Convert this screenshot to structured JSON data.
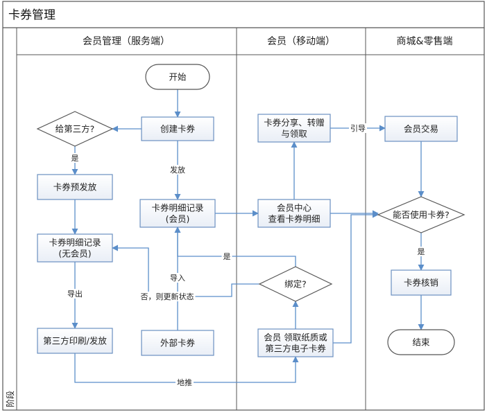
{
  "title": "卡券管理",
  "side_label": "阶段",
  "lanes": [
    {
      "id": "lane-1",
      "label": "会员管理（服务端）"
    },
    {
      "id": "lane-2",
      "label": "会员（移动端）"
    },
    {
      "id": "lane-3",
      "label": "商城&零售端"
    }
  ],
  "nodes": {
    "start": {
      "lines": [
        "开始"
      ]
    },
    "create": {
      "lines": [
        "创建卡券"
      ]
    },
    "third_party": {
      "lines": [
        "给第三方?"
      ]
    },
    "pre_issue": {
      "lines": [
        "卡券预发放"
      ]
    },
    "detail_member": {
      "lines": [
        "卡券明细记录",
        "(会员)"
      ]
    },
    "detail_nonmember": {
      "lines": [
        "卡券明细记录",
        "(无会员)"
      ]
    },
    "print_issue": {
      "lines": [
        "第三方印刷/发放"
      ]
    },
    "external": {
      "lines": [
        "外部卡券"
      ]
    },
    "share": {
      "lines": [
        "卡券分享、转赠",
        "与领取"
      ]
    },
    "member_center": {
      "lines": [
        "会员中心",
        "查看卡券明细"
      ]
    },
    "bind": {
      "lines": [
        "绑定?"
      ]
    },
    "receive": {
      "lines": [
        "会员 领取纸质或",
        "第三方电子卡券"
      ]
    },
    "trade": {
      "lines": [
        "会员交易"
      ]
    },
    "can_use": {
      "lines": [
        "能否使用卡券?"
      ]
    },
    "verify": {
      "lines": [
        "卡券核销"
      ]
    },
    "end": {
      "lines": [
        "结束"
      ]
    }
  },
  "edge_labels": {
    "yes_third": "是",
    "issue": "发放",
    "import": "导入",
    "export": "导出",
    "yes_bind": "是",
    "no_update": "否，则更新状态",
    "guide": "引导",
    "yes_use": "是",
    "push": "地推"
  }
}
